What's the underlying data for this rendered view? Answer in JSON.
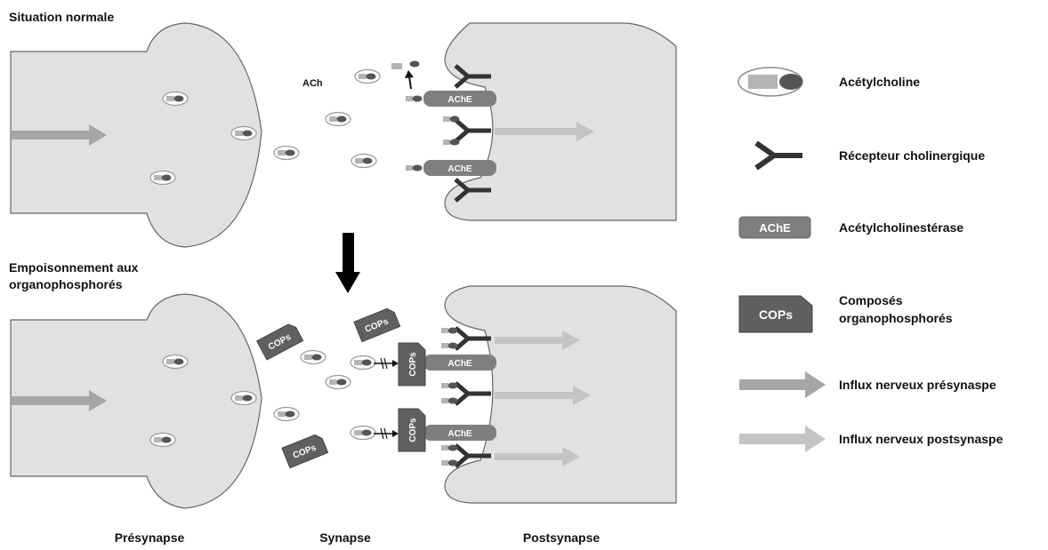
{
  "sections": {
    "normal": "Situation normale",
    "poison_line1": "Empoisonnement aux",
    "poison_line2": "organophosphorés"
  },
  "bottom_labels": {
    "presynapse": "Présynapse",
    "synapse": "Synapse",
    "postsynapse": "Postsynapse"
  },
  "inline_labels": {
    "ach": "ACh",
    "ache": "AChE",
    "cops": "COPs"
  },
  "legend": [
    {
      "icon": "acetylcholine-icon",
      "label": "Acétylcholine"
    },
    {
      "icon": "receptor-icon",
      "label": "Récepteur cholinergique"
    },
    {
      "icon": "ache-icon",
      "label": "Acétylcholinestérase",
      "icon_text": "AChE"
    },
    {
      "icon": "cops-icon",
      "label_line1": "Composés",
      "label_line2": "organophosphorés",
      "icon_text": "COPs"
    },
    {
      "icon": "presynapse-arrow-icon",
      "label": "Influx nerveux présynaspe"
    },
    {
      "icon": "postsynapse-arrow-icon",
      "label": "Influx nerveux postsynaspe"
    }
  ],
  "colors": {
    "neuron_fill": "#e1e1e1",
    "presynaptic_arrow": "#a6a6a6",
    "postsynaptic_arrow": "#c4c4c4",
    "enzyme": "#7f7f7f",
    "cops": "#606060",
    "receptor": "#333333"
  }
}
